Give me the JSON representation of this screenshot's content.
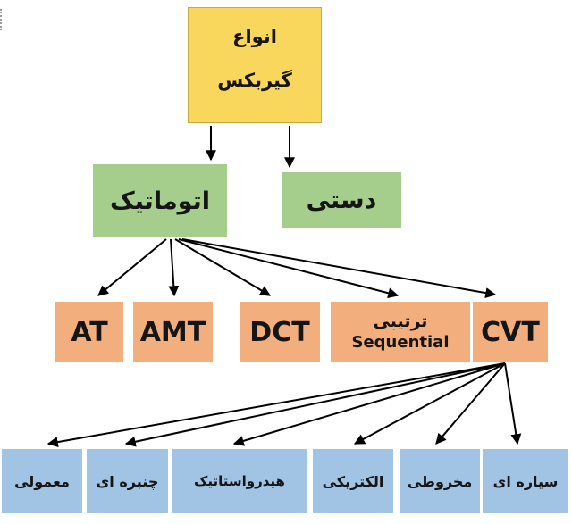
{
  "diagram": {
    "root": {
      "line1": "انواع",
      "line2": "گیربکس"
    },
    "level2": {
      "automatic": "اتوماتیک",
      "manual": "دستی"
    },
    "level3": {
      "at": "AT",
      "amt": "AMT",
      "dct": "DCT",
      "sequential_fa": "ترتیبی",
      "sequential_en": "Sequential",
      "cvt": "CVT"
    },
    "level4": {
      "ordinary": "معمولی",
      "toroidal": "چنبره ای",
      "hydrostatic": "هیدرواستاتیک",
      "electric": "الکتریکی",
      "conical": "مخروطی",
      "planetary": "سیاره ای"
    }
  },
  "colors": {
    "root-fill": "#F9D65C",
    "level2-fill": "#A5CE8D",
    "level3-fill": "#F2AE7D",
    "level4-fill": "#A1C4E4",
    "arrow": "#000000"
  }
}
